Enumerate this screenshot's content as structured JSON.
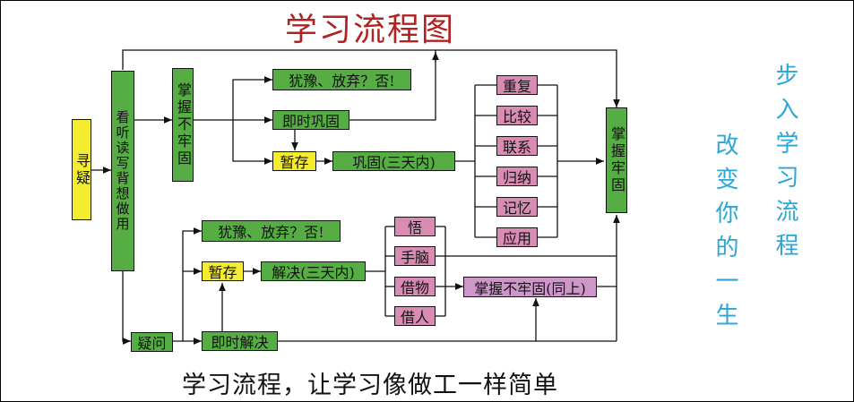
{
  "title": "学习流程图",
  "footer": "学习流程，让学习像做工一样简单",
  "side_text": {
    "col1": "步入学习流程",
    "col2": "改变你的一生"
  },
  "colors": {
    "green": "#56ad43",
    "yellow": "#f3ec2f",
    "pink": "#d98cb3",
    "purple": "#cd97c9",
    "title": "#b22222",
    "side": "#2aa6d8"
  },
  "nodes": {
    "xun_yi": "寻疑",
    "kan_ting": "看听读写背想做用",
    "zhang_wo_bu_lao": "掌握不牢固",
    "you_yu_top": "犹豫、放弃？否!",
    "ji_shi_gong_gu": "即时巩固",
    "zan_cun_top": "暂存",
    "gong_gu_san": "巩固(三天内)",
    "chong_fu": "重复",
    "bi_jiao": "比较",
    "lian_xi": "联系",
    "gui_na": "归纳",
    "ji_yi": "记忆",
    "ying_yong": "应用",
    "zhang_wo_lao": "掌握牢固",
    "yi_wen": "疑问",
    "you_yu_bottom": "犹豫、放弃？否!",
    "zan_cun_bottom": "暂存",
    "jie_jue_san": "解决(三天内)",
    "ji_shi_jie_jue": "即时解决",
    "wu": "悟",
    "shou_nao": "手脑",
    "jie_wu": "借物",
    "jie_ren": "借人",
    "bu_lao_tong_shang": "掌握不牢固(同上)"
  }
}
